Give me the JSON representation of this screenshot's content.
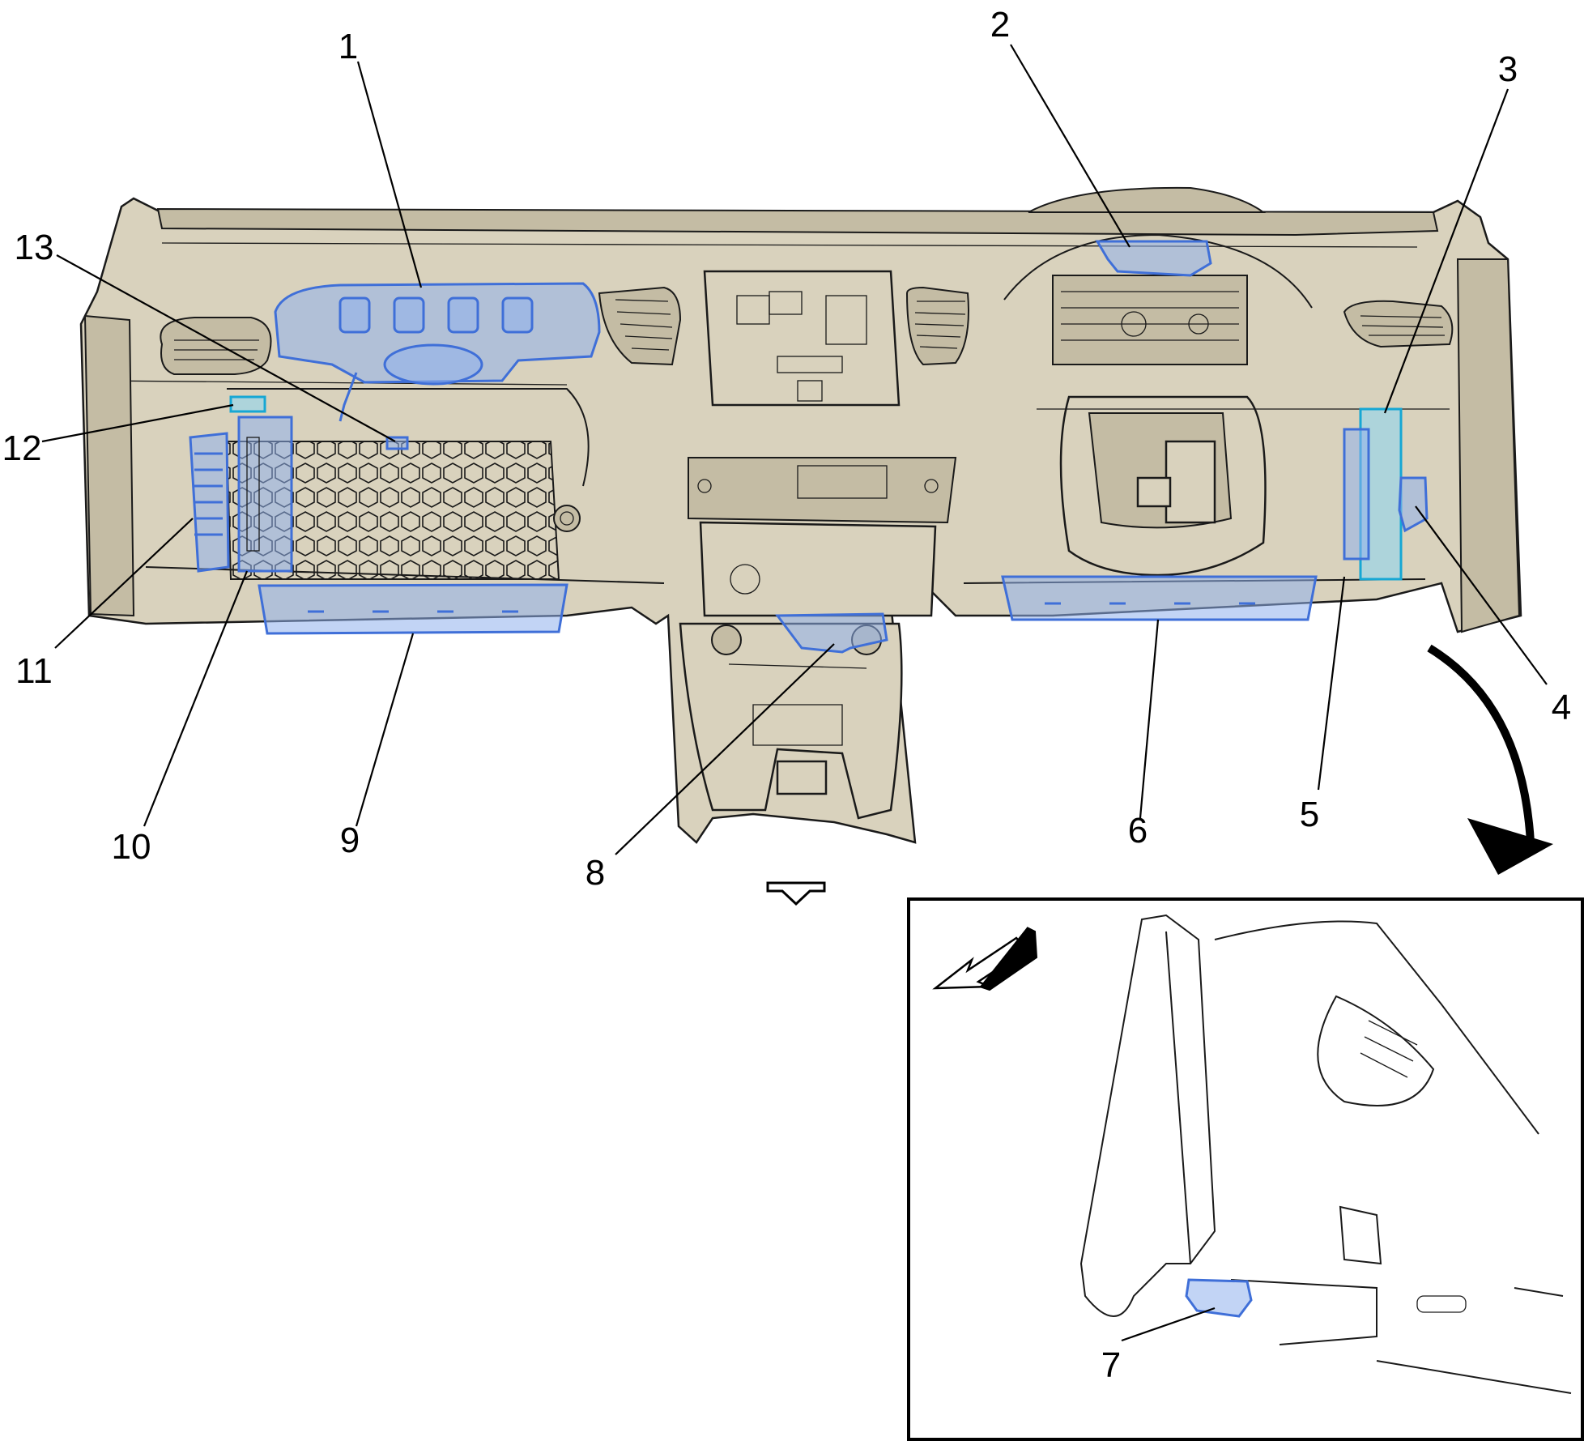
{
  "callouts": [
    {
      "id": "1",
      "label": "1"
    },
    {
      "id": "2",
      "label": "2"
    },
    {
      "id": "3",
      "label": "3"
    },
    {
      "id": "4",
      "label": "4"
    },
    {
      "id": "5",
      "label": "5"
    },
    {
      "id": "6",
      "label": "6"
    },
    {
      "id": "7",
      "label": "7"
    },
    {
      "id": "8",
      "label": "8"
    },
    {
      "id": "9",
      "label": "9"
    },
    {
      "id": "10",
      "label": "10"
    },
    {
      "id": "11",
      "label": "11"
    },
    {
      "id": "12",
      "label": "12"
    },
    {
      "id": "13",
      "label": "13"
    }
  ],
  "colors": {
    "panel_fill": "#d9d2bd",
    "component_highlight": "#6f97e6",
    "component_highlight_alt": "#40c0e8",
    "outline": "#1a1a1a"
  },
  "icons": [
    "curved-arrow-icon",
    "view-direction-arrow-icon",
    "forward-arrow-icon"
  ]
}
